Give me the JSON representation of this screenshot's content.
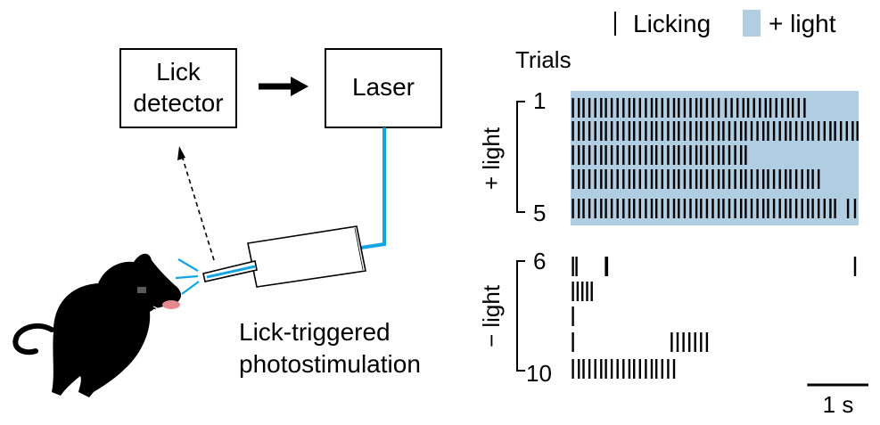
{
  "schematic": {
    "lick_detector_label": [
      "Lick",
      "detector"
    ],
    "laser_label": "Laser",
    "caption": [
      "Lick-triggered",
      "photostimulation"
    ],
    "fiber_color": "#14a5e0",
    "mouse_color": "#000000",
    "tongue_color": "#e48a8f"
  },
  "raster": {
    "legend": {
      "licking_label": "Licking",
      "light_label": "+ light"
    },
    "light_color": "#b0cde2",
    "trials_label": "Trials",
    "group_light": {
      "label": "+ light",
      "first_trial": "1",
      "last_trial": "5"
    },
    "group_nolight": {
      "label": "− light",
      "first_trial": "6",
      "last_trial": "10"
    },
    "scale_bar": {
      "label": "1 s",
      "seconds": 1
    },
    "window_seconds": 2.45,
    "trials": [
      {
        "trial": 1,
        "light": true,
        "light_end": 2.45,
        "licks": [
          0.02,
          0.07,
          0.11,
          0.16,
          0.21,
          0.26,
          0.3,
          0.35,
          0.4,
          0.45,
          0.5,
          0.54,
          0.59,
          0.64,
          0.69,
          0.73,
          0.78,
          0.83,
          0.88,
          0.92,
          0.97,
          1.02,
          1.07,
          1.11,
          1.16,
          1.21,
          1.26,
          1.32,
          1.37,
          1.42,
          1.47,
          1.51,
          1.56,
          1.61,
          1.66,
          1.7,
          1.75,
          1.8,
          1.85,
          1.89,
          1.94,
          1.99
        ]
      },
      {
        "trial": 2,
        "light": true,
        "light_end": 2.45,
        "licks": [
          0.02,
          0.07,
          0.11,
          0.16,
          0.21,
          0.26,
          0.3,
          0.35,
          0.4,
          0.45,
          0.5,
          0.54,
          0.59,
          0.64,
          0.69,
          0.73,
          0.78,
          0.83,
          0.88,
          0.92,
          0.97,
          1.02,
          1.07,
          1.11,
          1.16,
          1.21,
          1.26,
          1.3,
          1.35,
          1.4,
          1.45,
          1.49,
          1.54,
          1.59,
          1.64,
          1.68,
          1.73,
          1.78,
          1.83,
          1.87,
          1.92,
          1.97,
          2.02,
          2.06,
          2.11,
          2.16,
          2.21,
          2.25,
          2.3,
          2.35,
          2.4,
          2.44
        ]
      },
      {
        "trial": 3,
        "light": true,
        "light_end": 2.45,
        "licks": [
          0.02,
          0.07,
          0.11,
          0.16,
          0.21,
          0.26,
          0.3,
          0.35,
          0.4,
          0.45,
          0.5,
          0.54,
          0.59,
          0.64,
          0.69,
          0.73,
          0.78,
          0.83,
          0.88,
          0.92,
          0.97,
          1.02,
          1.07,
          1.11,
          1.16,
          1.21,
          1.26,
          1.3,
          1.35,
          1.4,
          1.45,
          1.49
        ]
      },
      {
        "trial": 4,
        "light": true,
        "light_end": 2.45,
        "licks": [
          0.02,
          0.07,
          0.11,
          0.16,
          0.21,
          0.26,
          0.3,
          0.35,
          0.4,
          0.45,
          0.5,
          0.54,
          0.59,
          0.64,
          0.69,
          0.73,
          0.78,
          0.83,
          0.88,
          0.92,
          0.97,
          1.02,
          1.07,
          1.11,
          1.16,
          1.21,
          1.26,
          1.3,
          1.35,
          1.4,
          1.45,
          1.49,
          1.54,
          1.59,
          1.64,
          1.68,
          1.73,
          1.78,
          1.83,
          1.87,
          1.92,
          1.97,
          2.02,
          2.06,
          2.11
        ]
      },
      {
        "trial": 5,
        "light": true,
        "light_end": 2.45,
        "licks": [
          0.02,
          0.07,
          0.11,
          0.16,
          0.21,
          0.26,
          0.3,
          0.35,
          0.4,
          0.45,
          0.5,
          0.54,
          0.59,
          0.64,
          0.69,
          0.73,
          0.78,
          0.83,
          0.88,
          0.92,
          0.97,
          1.02,
          1.07,
          1.11,
          1.16,
          1.21,
          1.26,
          1.3,
          1.35,
          1.4,
          1.45,
          1.49,
          1.54,
          1.59,
          1.64,
          1.68,
          1.73,
          1.78,
          1.83,
          1.87,
          1.92,
          1.97,
          2.02,
          2.06,
          2.11,
          2.16,
          2.21,
          2.25,
          2.36,
          2.42
        ]
      },
      {
        "trial": 6,
        "light": false,
        "licks": [
          0.02,
          0.05,
          0.3,
          0.31,
          2.42
        ]
      },
      {
        "trial": 7,
        "light": false,
        "licks": [
          0.02,
          0.06,
          0.1,
          0.14,
          0.18
        ]
      },
      {
        "trial": 8,
        "light": false,
        "licks": [
          0.02
        ]
      },
      {
        "trial": 9,
        "light": false,
        "licks": [
          0.02,
          0.86,
          0.91,
          0.96,
          1.01,
          1.06,
          1.11,
          1.16
        ]
      },
      {
        "trial": 10,
        "light": false,
        "licks": [
          0.02,
          0.07,
          0.11,
          0.16,
          0.21,
          0.26,
          0.3,
          0.35,
          0.4,
          0.45,
          0.5,
          0.54,
          0.59,
          0.64,
          0.69,
          0.73,
          0.78,
          0.83,
          0.88
        ]
      }
    ]
  }
}
